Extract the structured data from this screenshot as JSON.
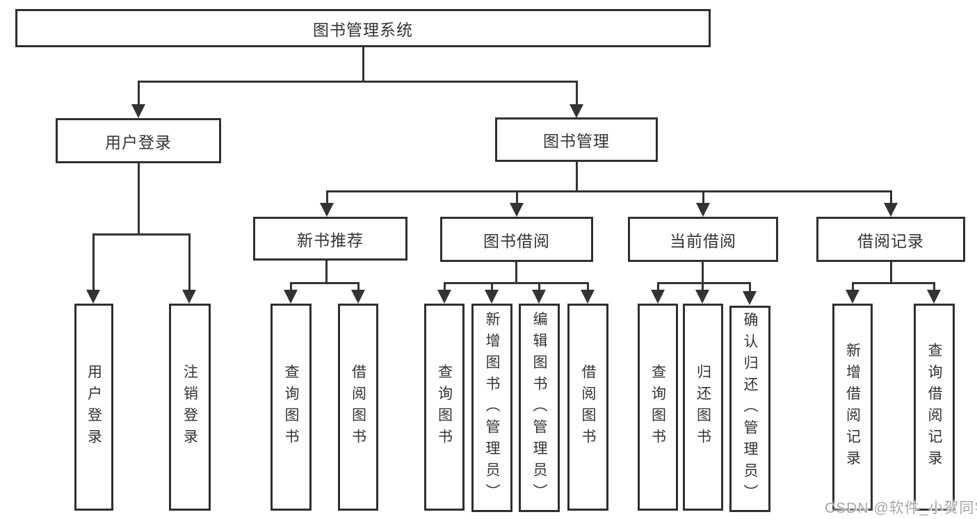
{
  "nodes": {
    "root": "图书管理系统",
    "user_login": "用户登录",
    "book_mgmt": "图书管理",
    "new_book_rec": "新书推荐",
    "book_borrow": "图书借阅",
    "current_borrow": "当前借阅",
    "borrow_record": "借阅记录",
    "ul_user_login": "用户登录",
    "ul_logout": "注销登录",
    "nb_query_book": "查询图书",
    "nb_borrow_book": "借阅图书",
    "bb_query_book": "查询图书",
    "bb_add_book": "新增图书（管理员）",
    "bb_edit_book": "编辑图书（管理员）",
    "bb_borrow_book": "借阅图书",
    "cb_query_book": "查询图书",
    "cb_return_book": "归还图书",
    "cb_confirm_return": "确认归还（管理员）",
    "br_add_record": "新增借阅记录",
    "br_query_record": "查询借阅记录"
  },
  "watermark": "CSDN @软件_小贺同学",
  "colors": {
    "line": "#333333",
    "box_border": "#2f2f2f",
    "box_fill": "#ffffff",
    "text": "#333333",
    "watermark": "#a6a6a6"
  }
}
